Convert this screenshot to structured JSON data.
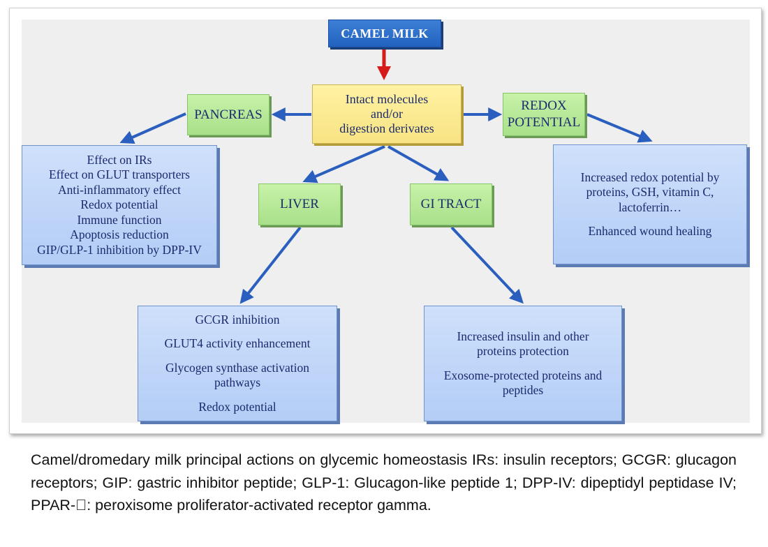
{
  "diagram": {
    "source": {
      "label": "CAMEL MILK"
    },
    "center": {
      "lines": [
        "Intact molecules",
        "and/or",
        "digestion derivates"
      ]
    },
    "targets": {
      "pancreas": {
        "label": "PANCREAS"
      },
      "redox": {
        "lines": [
          "REDOX",
          "POTENTIAL"
        ]
      },
      "liver": {
        "label": "LIVER"
      },
      "gi_tract": {
        "label": "GI TRACT"
      }
    },
    "effects": {
      "pancreas": {
        "items": [
          "Effect on IRs",
          "Effect on GLUT transporters",
          "Anti-inflammatory effect",
          "Redox potential",
          "Immune function",
          "Apoptosis reduction",
          "GIP/GLP-1 inhibition by DPP-IV"
        ]
      },
      "redox": {
        "items": [
          "Increased redox potential by",
          "proteins, GSH, vitamin C,",
          "lactoferrin…",
          "Enhanced wound healing"
        ]
      },
      "liver": {
        "items": [
          "GCGR inhibition",
          "GLUT4 activity enhancement",
          "Glycogen synthase activation",
          "pathways",
          "Redox potential"
        ]
      },
      "gi_tract": {
        "items": [
          "Increased insulin and other",
          "proteins protection",
          "Exosome-protected proteins and",
          "peptides"
        ]
      }
    },
    "colors": {
      "arrow_blue": "#2a5fbf",
      "arrow_red": "#d51a1a"
    }
  },
  "caption": {
    "text": "Camel/dromedary milk principal actions on glycemic homeostasis IRs: insulin receptors; GCGR: glucagon receptors; GIP: gastric inhibitor peptide; GLP-1: Glucagon-like peptide 1; DPP-IV: dipeptidyl peptidase IV; PPAR-\u0000: peroxisome proliferator-activated receptor gamma."
  }
}
